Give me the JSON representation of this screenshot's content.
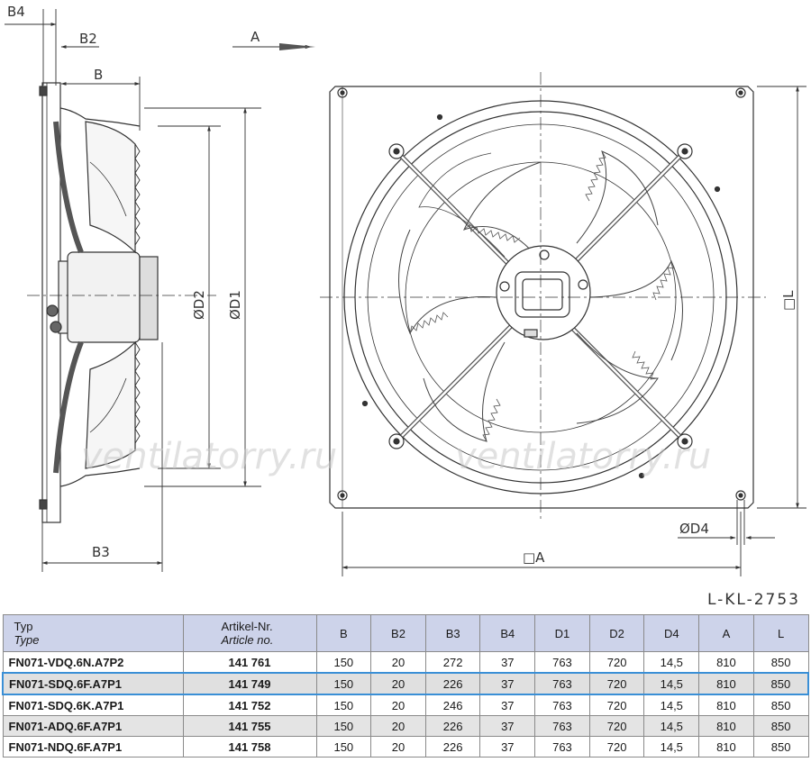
{
  "dimension_labels": {
    "b4": "B4",
    "b2": "B2",
    "b": "B",
    "d2": "ØD2",
    "d1": "ØD1",
    "b3": "B3",
    "view_a": "A",
    "l": "□L",
    "d4": "ØD4",
    "a": "□A"
  },
  "watermark": "ventilatorry.ru",
  "document_code": "L-KL-2753",
  "table": {
    "headers": {
      "typ": "Typ",
      "type": "Type",
      "artikel": "Artikel-Nr.",
      "article": "Article no.",
      "cols": [
        "B",
        "B2",
        "B3",
        "B4",
        "D1",
        "D2",
        "D4",
        "A",
        "L"
      ]
    },
    "rows": [
      {
        "type": "FN071-VDQ.6N.A7P2",
        "article": "141 761",
        "values": [
          "150",
          "20",
          "272",
          "37",
          "763",
          "720",
          "14,5",
          "810",
          "850"
        ]
      },
      {
        "type": "FN071-SDQ.6F.A7P1",
        "article": "141 749",
        "values": [
          "150",
          "20",
          "226",
          "37",
          "763",
          "720",
          "14,5",
          "810",
          "850"
        ]
      },
      {
        "type": "FN071-SDQ.6K.A7P1",
        "article": "141 752",
        "values": [
          "150",
          "20",
          "246",
          "37",
          "763",
          "720",
          "14,5",
          "810",
          "850"
        ]
      },
      {
        "type": "FN071-ADQ.6F.A7P1",
        "article": "141 755",
        "values": [
          "150",
          "20",
          "226",
          "37",
          "763",
          "720",
          "14,5",
          "810",
          "850"
        ]
      },
      {
        "type": "FN071-NDQ.6F.A7P1",
        "article": "141 758",
        "values": [
          "150",
          "20",
          "226",
          "37",
          "763",
          "720",
          "14,5",
          "810",
          "850"
        ]
      }
    ]
  },
  "colors": {
    "header_bg": "#cdd3ea",
    "selection": "#3a8fd6",
    "alt_row": "#e4e4e4"
  }
}
